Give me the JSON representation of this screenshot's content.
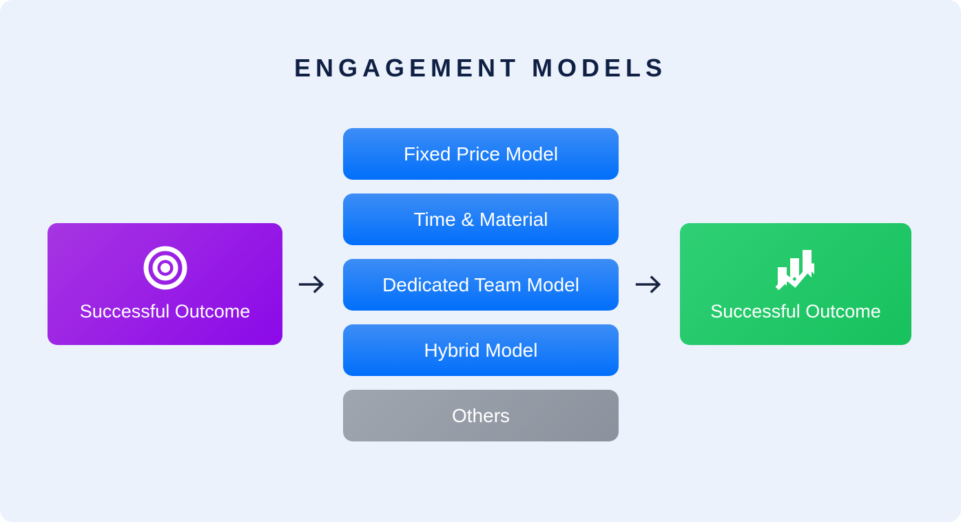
{
  "title": "ENGAGEMENT MODELS",
  "left_node": {
    "label": "Successful Outcome",
    "icon": "target-icon"
  },
  "right_node": {
    "label": "Successful Outcome",
    "icon": "growth-chart-icon"
  },
  "middle": {
    "items": [
      {
        "label": "Fixed Price Model",
        "style": "blue"
      },
      {
        "label": "Time & Material",
        "style": "blue"
      },
      {
        "label": "Dedicated Team Model",
        "style": "blue"
      },
      {
        "label": "Hybrid Model",
        "style": "blue"
      },
      {
        "label": "Others",
        "style": "gray"
      }
    ]
  },
  "arrows": {
    "glyph": "→",
    "count": 2
  },
  "colors": {
    "background": "#EBF2FC",
    "title_text": "#0F2044",
    "purple_gradient_start": "#A735E2",
    "purple_gradient_end": "#8B09E8",
    "blue_gradient_start": "#3D8DF5",
    "blue_gradient_end": "#016FFB",
    "gray_gradient_start": "#A0A6B0",
    "gray_gradient_end": "#8C929D",
    "green_gradient_start": "#2FD075",
    "green_gradient_end": "#17C15D",
    "arrow": "#16223F",
    "node_text": "#FFFFFF"
  }
}
